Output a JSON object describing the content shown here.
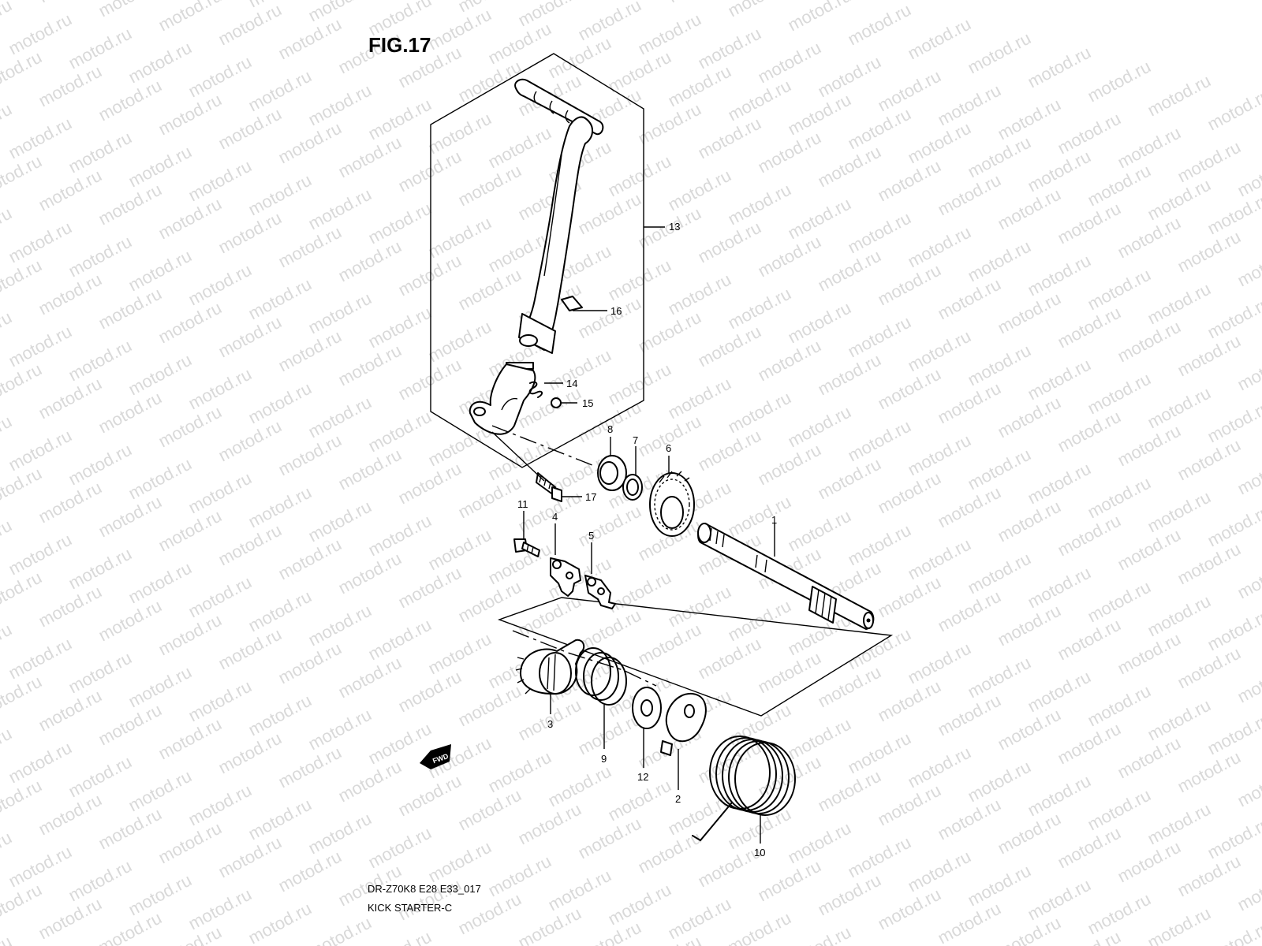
{
  "figure": {
    "title": "FIG.17"
  },
  "caption": {
    "model_line": "DR-Z70K8 E28 E33_017",
    "name_line": "KICK STARTER-C"
  },
  "watermark": {
    "text": "motod.ru"
  },
  "fwd_marker": {
    "label": "FWD"
  },
  "callouts": [
    {
      "id": "1",
      "label": "1"
    },
    {
      "id": "2",
      "label": "2"
    },
    {
      "id": "3",
      "label": "3"
    },
    {
      "id": "4",
      "label": "4"
    },
    {
      "id": "5",
      "label": "5"
    },
    {
      "id": "6",
      "label": "6"
    },
    {
      "id": "7",
      "label": "7"
    },
    {
      "id": "8",
      "label": "8"
    },
    {
      "id": "9",
      "label": "9"
    },
    {
      "id": "10",
      "label": "10"
    },
    {
      "id": "11",
      "label": "11"
    },
    {
      "id": "12",
      "label": "12"
    },
    {
      "id": "13",
      "label": "13"
    },
    {
      "id": "14",
      "label": "14"
    },
    {
      "id": "15",
      "label": "15"
    },
    {
      "id": "16",
      "label": "16"
    },
    {
      "id": "17",
      "label": "17"
    }
  ]
}
